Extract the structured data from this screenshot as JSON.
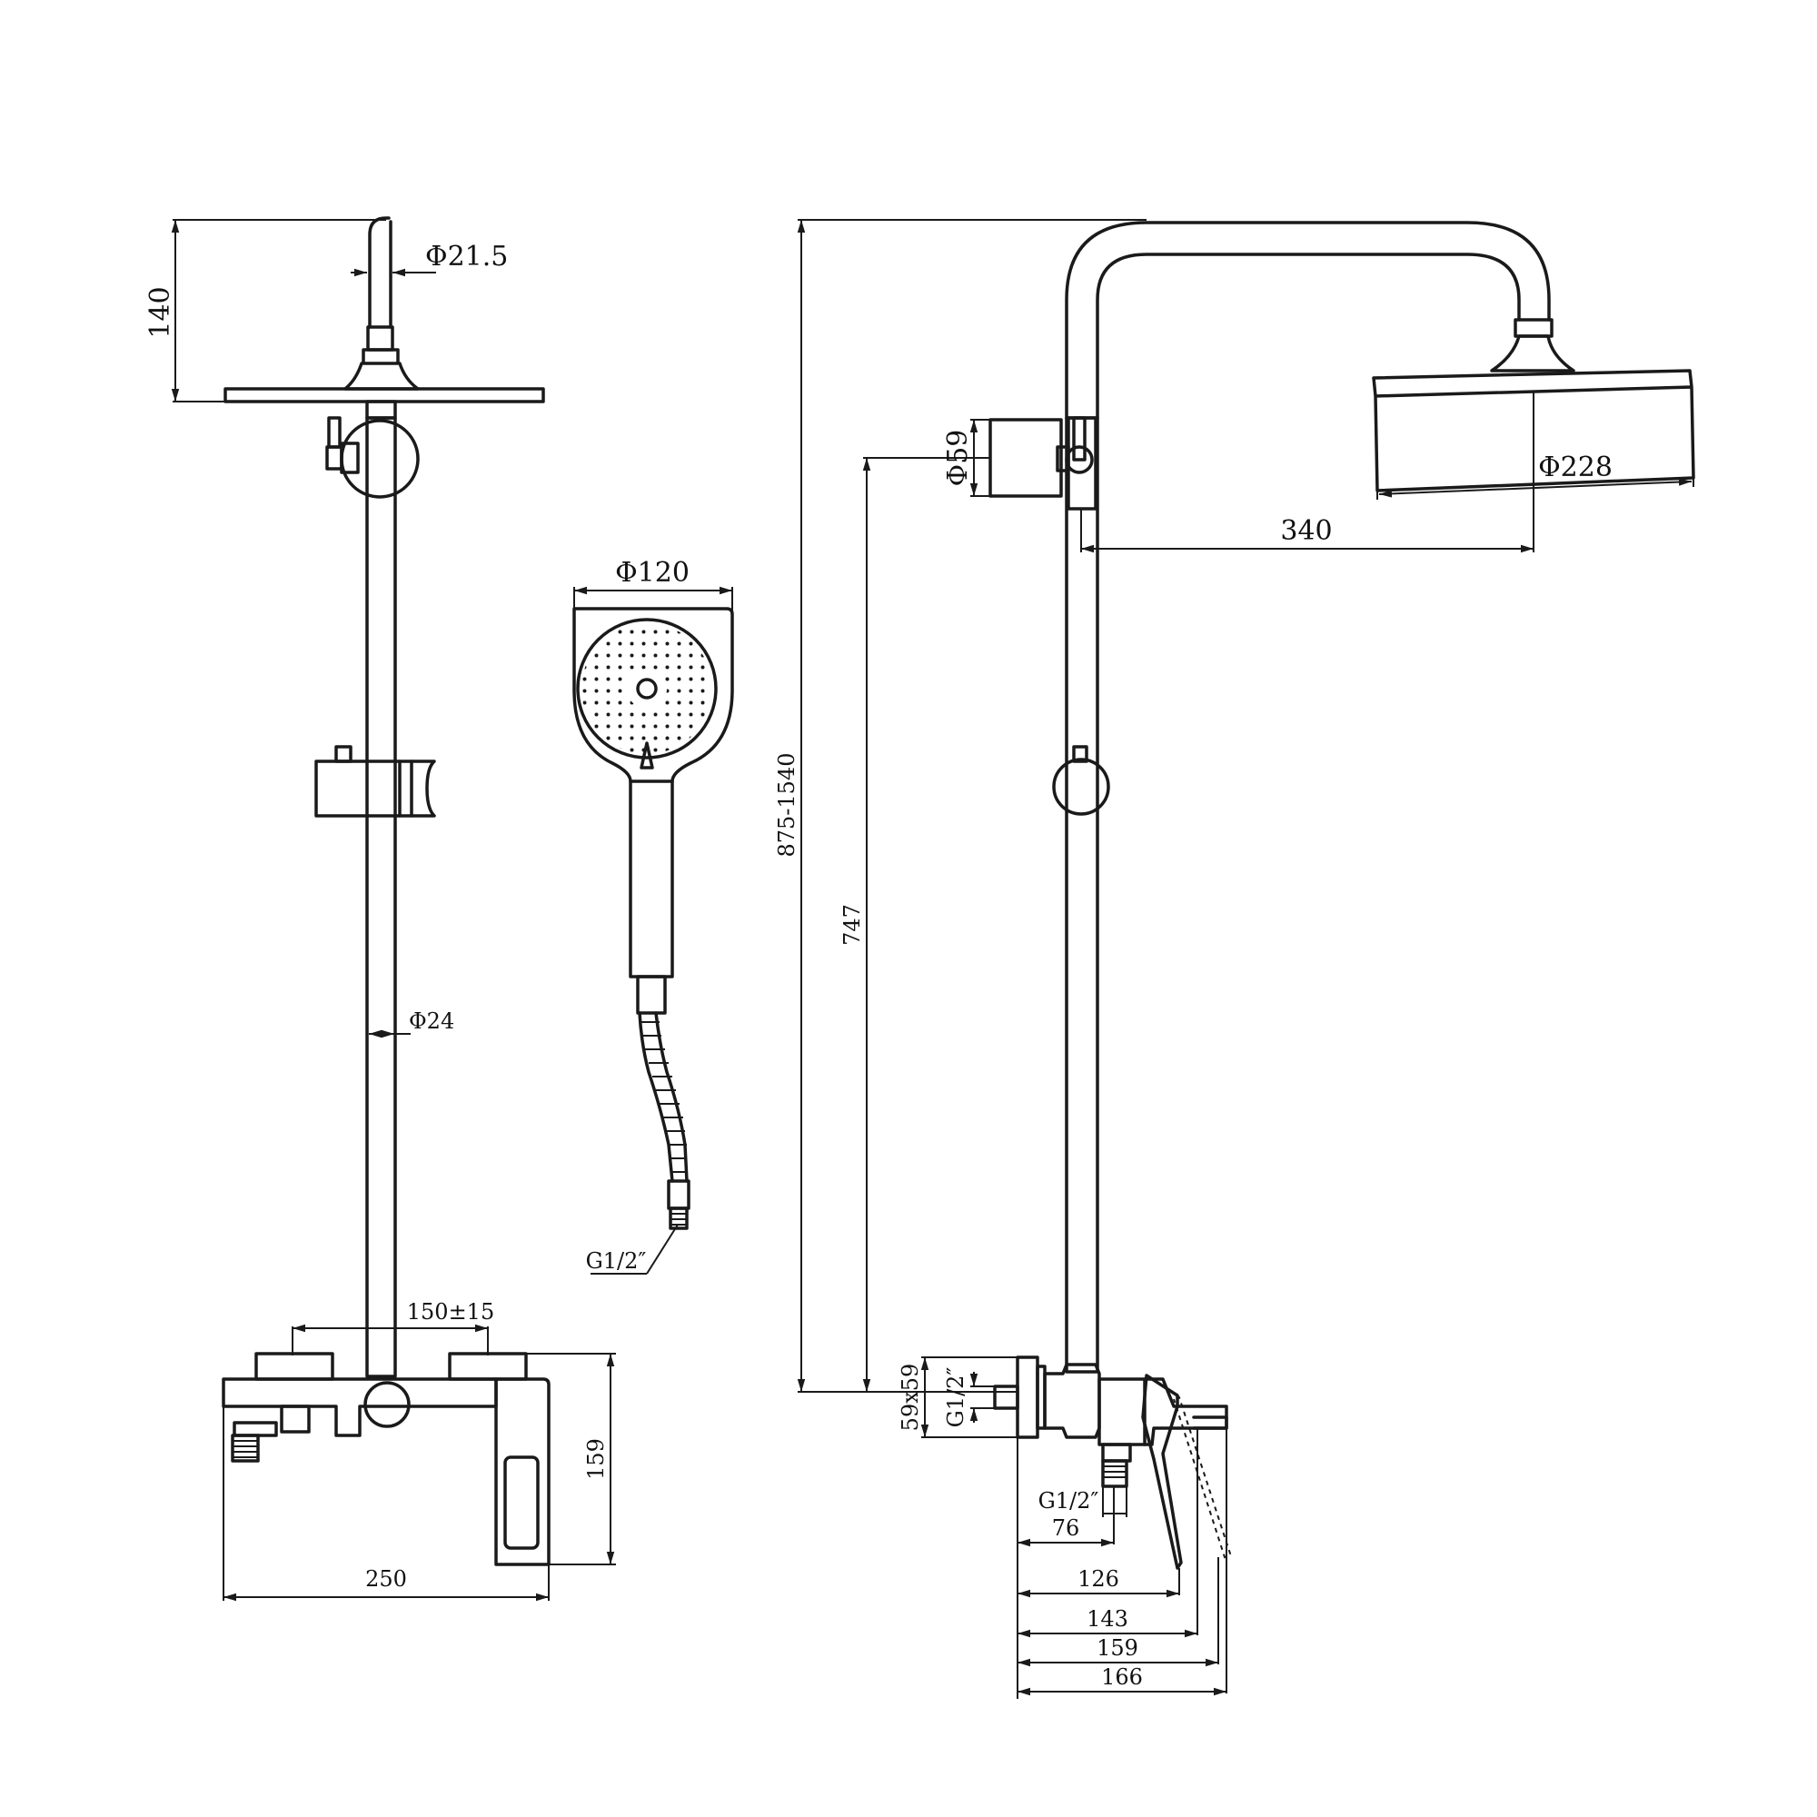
{
  "left_view": {
    "head_top_height": "140",
    "arm_diameter": "Φ21.5",
    "pipe_diameter": "Φ24",
    "inlet_spacing": "150±15",
    "mixer_height": "159",
    "mixer_width": "250"
  },
  "hand_shower": {
    "head_diameter": "Φ120",
    "hose_thread": "G1/2″"
  },
  "right_view": {
    "overall_height": "875-1540",
    "bracket_height": "747",
    "bracket_diameter": "Φ59",
    "head_diameter": "Φ228",
    "arm_reach": "340",
    "plate_size": "59x59",
    "inlet_thread": "G1/2″",
    "outlet_thread": "G1/2″",
    "dim_76": "76",
    "dim_126": "126",
    "dim_143": "143",
    "dim_159": "159",
    "dim_166": "166"
  }
}
